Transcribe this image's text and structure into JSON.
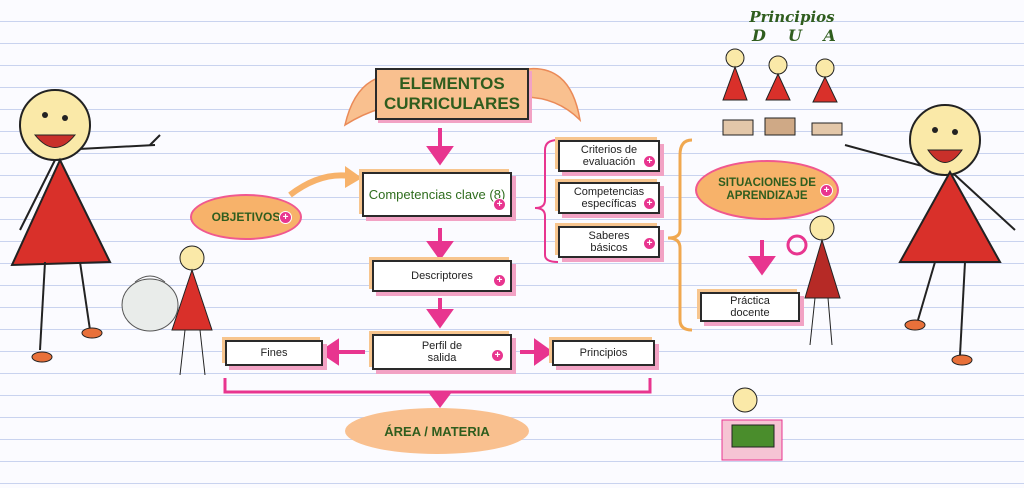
{
  "header": {
    "principios": "Principios",
    "dua": "DUA"
  },
  "main_title": "ELEMENTOS CURRICULARES",
  "objetivos": "OBJETIVOS",
  "competencias_clave": "Competencias clave (8)",
  "descriptores": "Descriptores",
  "perfil": "Perfil de salida",
  "fines": "Fines",
  "principios": "Principios",
  "criterios": "Criterios de evaluación",
  "competencias_especificas": "Competencias específicas",
  "saberes": "Saberes básicos",
  "situaciones": "SITUACIONES DE APRENDIZAJE",
  "practica": "Práctica docente",
  "area": "ÁREA / MATERIA",
  "plus_symbol": "+",
  "colors": {
    "arrow": "#e8358f",
    "cloud": "#f7b26a",
    "figure": "#d9302a",
    "title_text": "#2f5d1e"
  }
}
